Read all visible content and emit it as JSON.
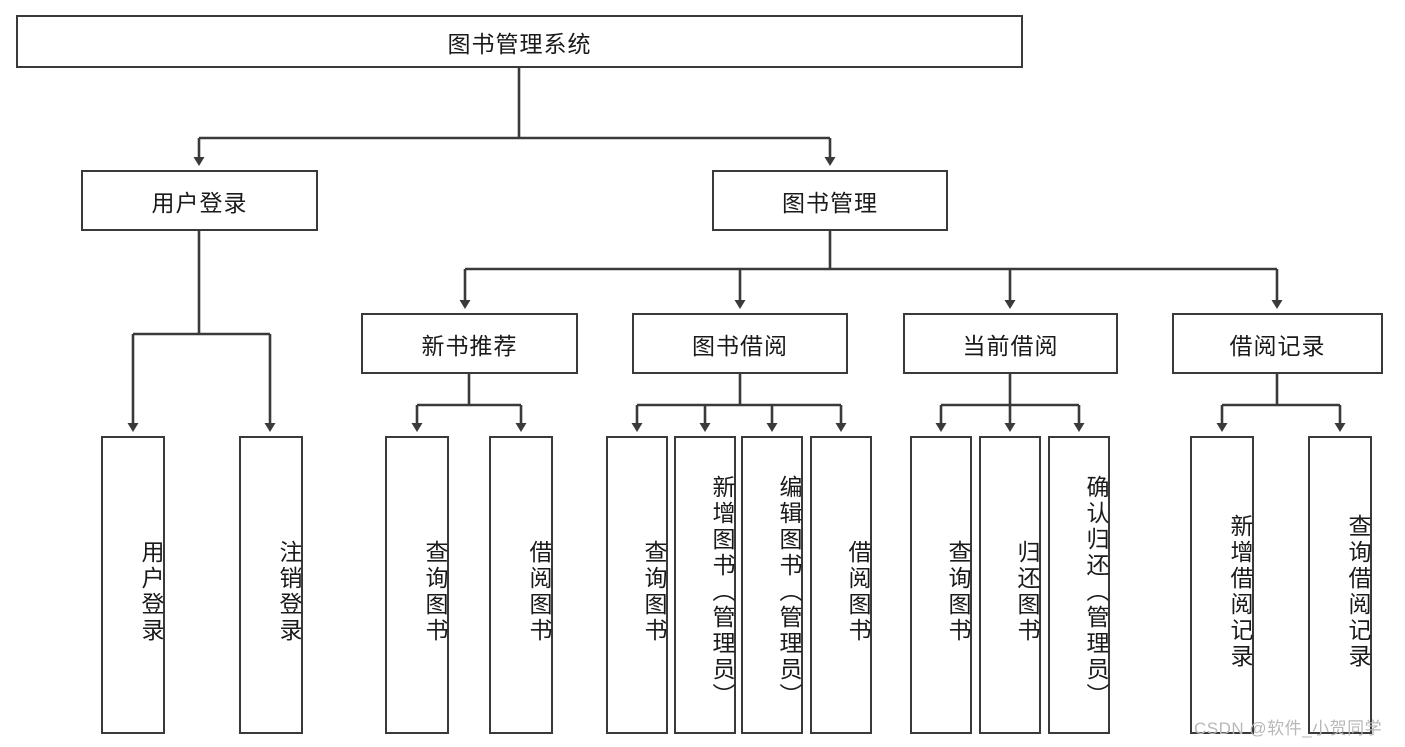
{
  "diagram": {
    "type": "hierarchy-tree",
    "root": {
      "label": "图书管理系统"
    },
    "level2": [
      {
        "label": "用户登录"
      },
      {
        "label": "图书管理"
      }
    ],
    "level3": [
      {
        "label": "新书推荐"
      },
      {
        "label": "图书借阅"
      },
      {
        "label": "当前借阅"
      },
      {
        "label": "借阅记录"
      }
    ],
    "leaves": [
      {
        "label": "用户登录"
      },
      {
        "label": "注销登录"
      },
      {
        "label": "查询图书"
      },
      {
        "label": "借阅图书"
      },
      {
        "label": "查询图书"
      },
      {
        "label": "新增图书（管理员）"
      },
      {
        "label": "编辑图书（管理员）"
      },
      {
        "label": "借阅图书"
      },
      {
        "label": "查询图书"
      },
      {
        "label": "归还图书"
      },
      {
        "label": "确认归还（管理员）"
      },
      {
        "label": "新增借阅记录"
      },
      {
        "label": "查询借阅记录"
      }
    ]
  },
  "watermark": {
    "text": "CSDN @软件_小贺同学"
  },
  "colors": {
    "border": "#3a3a3a",
    "text": "#1a1a1a",
    "background": "#ffffff",
    "watermark": "#b8b8b8"
  }
}
